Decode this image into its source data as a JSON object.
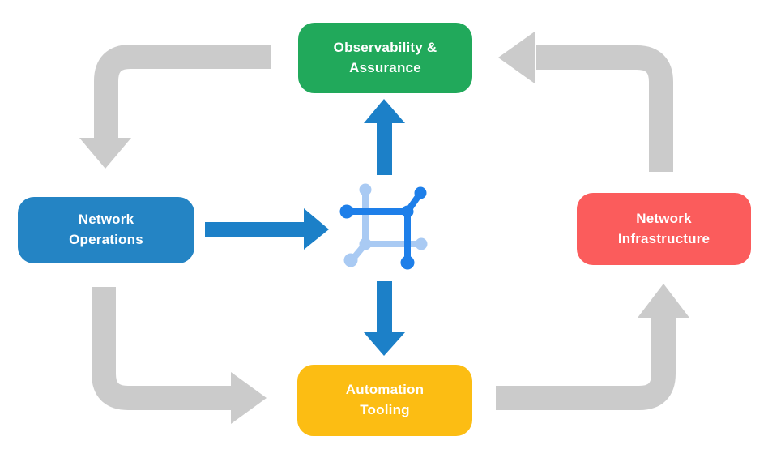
{
  "diagram": {
    "nodes": [
      {
        "id": "observability",
        "label": "Observability &\nAssurance"
      },
      {
        "id": "network-operations",
        "label": "Network\nOperations"
      },
      {
        "id": "network-infrastructure",
        "label": "Network\nInfrastructure"
      },
      {
        "id": "automation-tooling",
        "label": "Automation\nTooling"
      }
    ],
    "center_icon": "network-mesh-icon",
    "flows": [
      {
        "from": "observability",
        "to": "network-operations",
        "style": "gray-curved-arrow"
      },
      {
        "from": "network-operations",
        "to": "automation-tooling",
        "style": "gray-curved-arrow"
      },
      {
        "from": "automation-tooling",
        "to": "network-infrastructure",
        "style": "gray-curved-arrow"
      },
      {
        "from": "network-infrastructure",
        "to": "observability",
        "style": "gray-curved-arrow"
      },
      {
        "from": "network-operations",
        "to": "center-icon",
        "style": "blue-arrow"
      },
      {
        "from": "center-icon",
        "to": "observability",
        "style": "blue-arrow"
      },
      {
        "from": "center-icon",
        "to": "automation-tooling",
        "style": "blue-arrow"
      }
    ]
  },
  "colors": {
    "green": "#21A95B",
    "blue": "#2484C4",
    "red": "#FB5C5C",
    "yellow": "#FCBD13",
    "gray_arrow": "#CBCBCB",
    "blue_arrow": "#1C80C8",
    "icon_blue": "#1E7FE9",
    "icon_light_blue": "#A9CAF3",
    "label_text": "#FFFFFF",
    "background": "#FFFFFF"
  }
}
